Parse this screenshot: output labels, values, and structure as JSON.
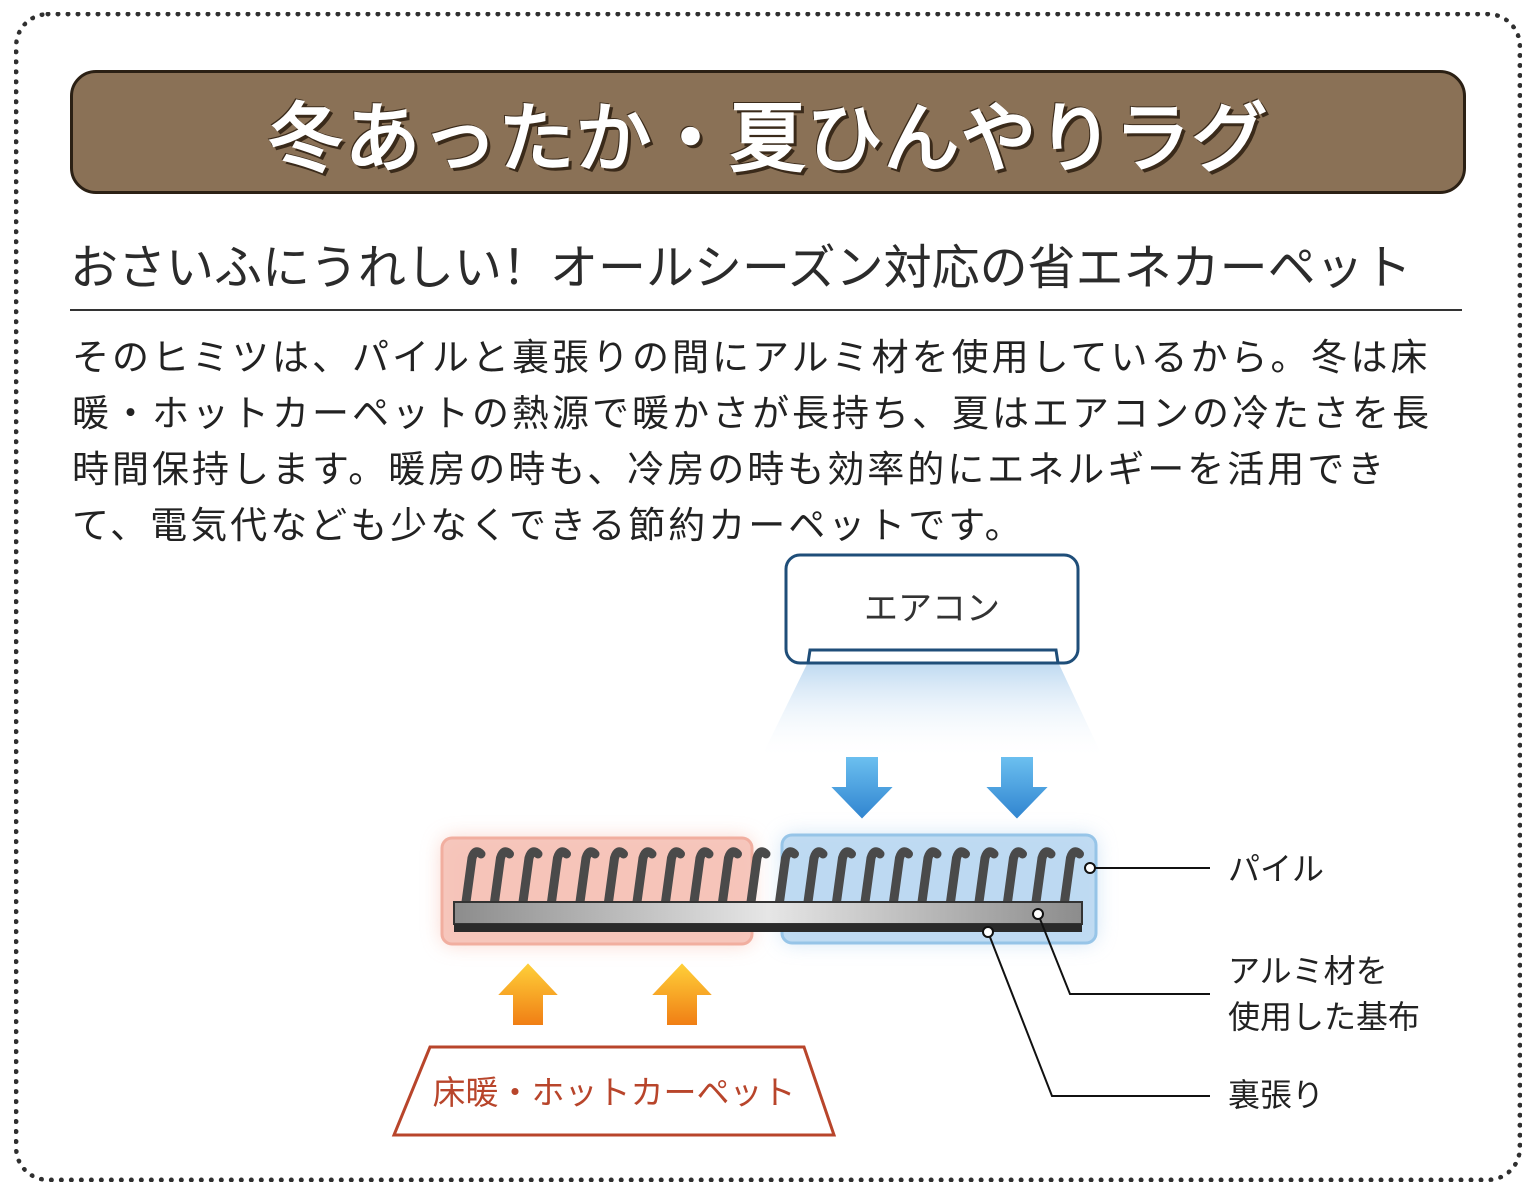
{
  "title": "冬あったか・夏ひんやりラグ",
  "subtitle": "おさいふにうれしい！オールシーズン対応の省エネカーペット",
  "body": "そのヒミツは、パイルと裏張りの間にアルミ材を使用しているから。冬は床暖・ホットカーペットの熱源で暖かさが長持ち、夏はエアコンの冷たさを長時間保持します。暖房の時も、冷房の時も効率的にエネルギーを活用できて、電気代なども少なくできる節約カーペットです。",
  "diagram": {
    "air_conditioner": "エアコン",
    "floor_heater": "床暖・ホットカーペット",
    "labels": {
      "pile": "パイル",
      "aluminum_line1": "アルミ材を",
      "aluminum_line2": "使用した基布",
      "backing": "裏張り"
    }
  },
  "colors": {
    "title_bg": "#8a7156",
    "cool_arrow": "#3f97d8",
    "warm_arrow": "#f08a1c",
    "ac_border": "#1f4e79",
    "heater_border": "#b8452b",
    "warm_glow": "#f4b0a0",
    "cool_glow": "#a9cdec"
  }
}
